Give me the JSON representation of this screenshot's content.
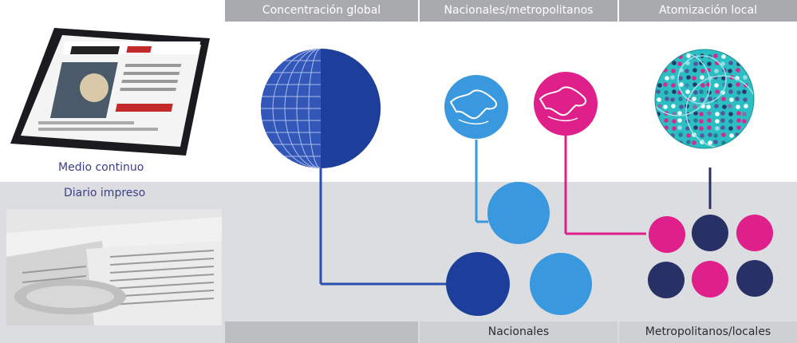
{
  "header": {
    "col1": "Concentración global",
    "col2": "Nacionales/metropolitanos",
    "col3": "Atomización local"
  },
  "footer": {
    "col2": "Nacionales",
    "col3": "Metropolitanos/locales"
  },
  "media": {
    "continuous_label": "Medio continuo",
    "print_label": "Diario impreso"
  },
  "colors": {
    "navy": "#1e3e9c",
    "dark_navy": "#283166",
    "light_blue": "#3a98de",
    "magenta": "#e0208a",
    "teal": "#2bbfc4",
    "header_gray": "#a9aaad",
    "lower_band": "#dcdde0"
  }
}
